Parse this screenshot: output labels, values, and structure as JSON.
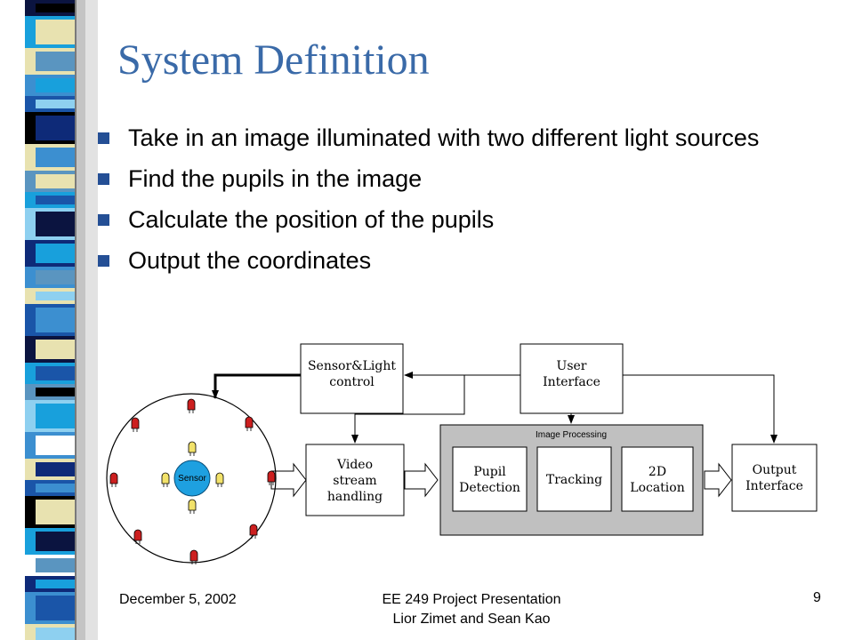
{
  "slide": {
    "title": "System Definition",
    "bullets": [
      "Take in an image illuminated with two different light sources",
      "Find the pupils in the image",
      "Calculate the position of the pupils",
      "Output the coordinates"
    ]
  },
  "diagram": {
    "sensor_light_control": [
      "Sensor&Light",
      "control"
    ],
    "user_interface": [
      "User",
      "Interface"
    ],
    "video_stream_handling": [
      "Video",
      "stream",
      "handling"
    ],
    "image_processing": "Image Processing",
    "pupil_detection": [
      "Pupil",
      "Detection"
    ],
    "tracking": "Tracking",
    "location_2d": [
      "2D",
      "Location"
    ],
    "output_interface": [
      "Output",
      "Interface"
    ],
    "sensor": "Sensor"
  },
  "footer": {
    "date": "December 5, 2002",
    "line1": "EE 249 Project Presentation",
    "line2": "Lior Zimet and Sean Kao",
    "page": "9"
  },
  "colors": {
    "title": "#3a6aa8",
    "bullet": "#244f95",
    "led_red": "#cc1f1f",
    "led_yellow": "#f2e26a",
    "sensor_fill": "#1ea0e0",
    "processing_fill": "#c0c0c0"
  }
}
